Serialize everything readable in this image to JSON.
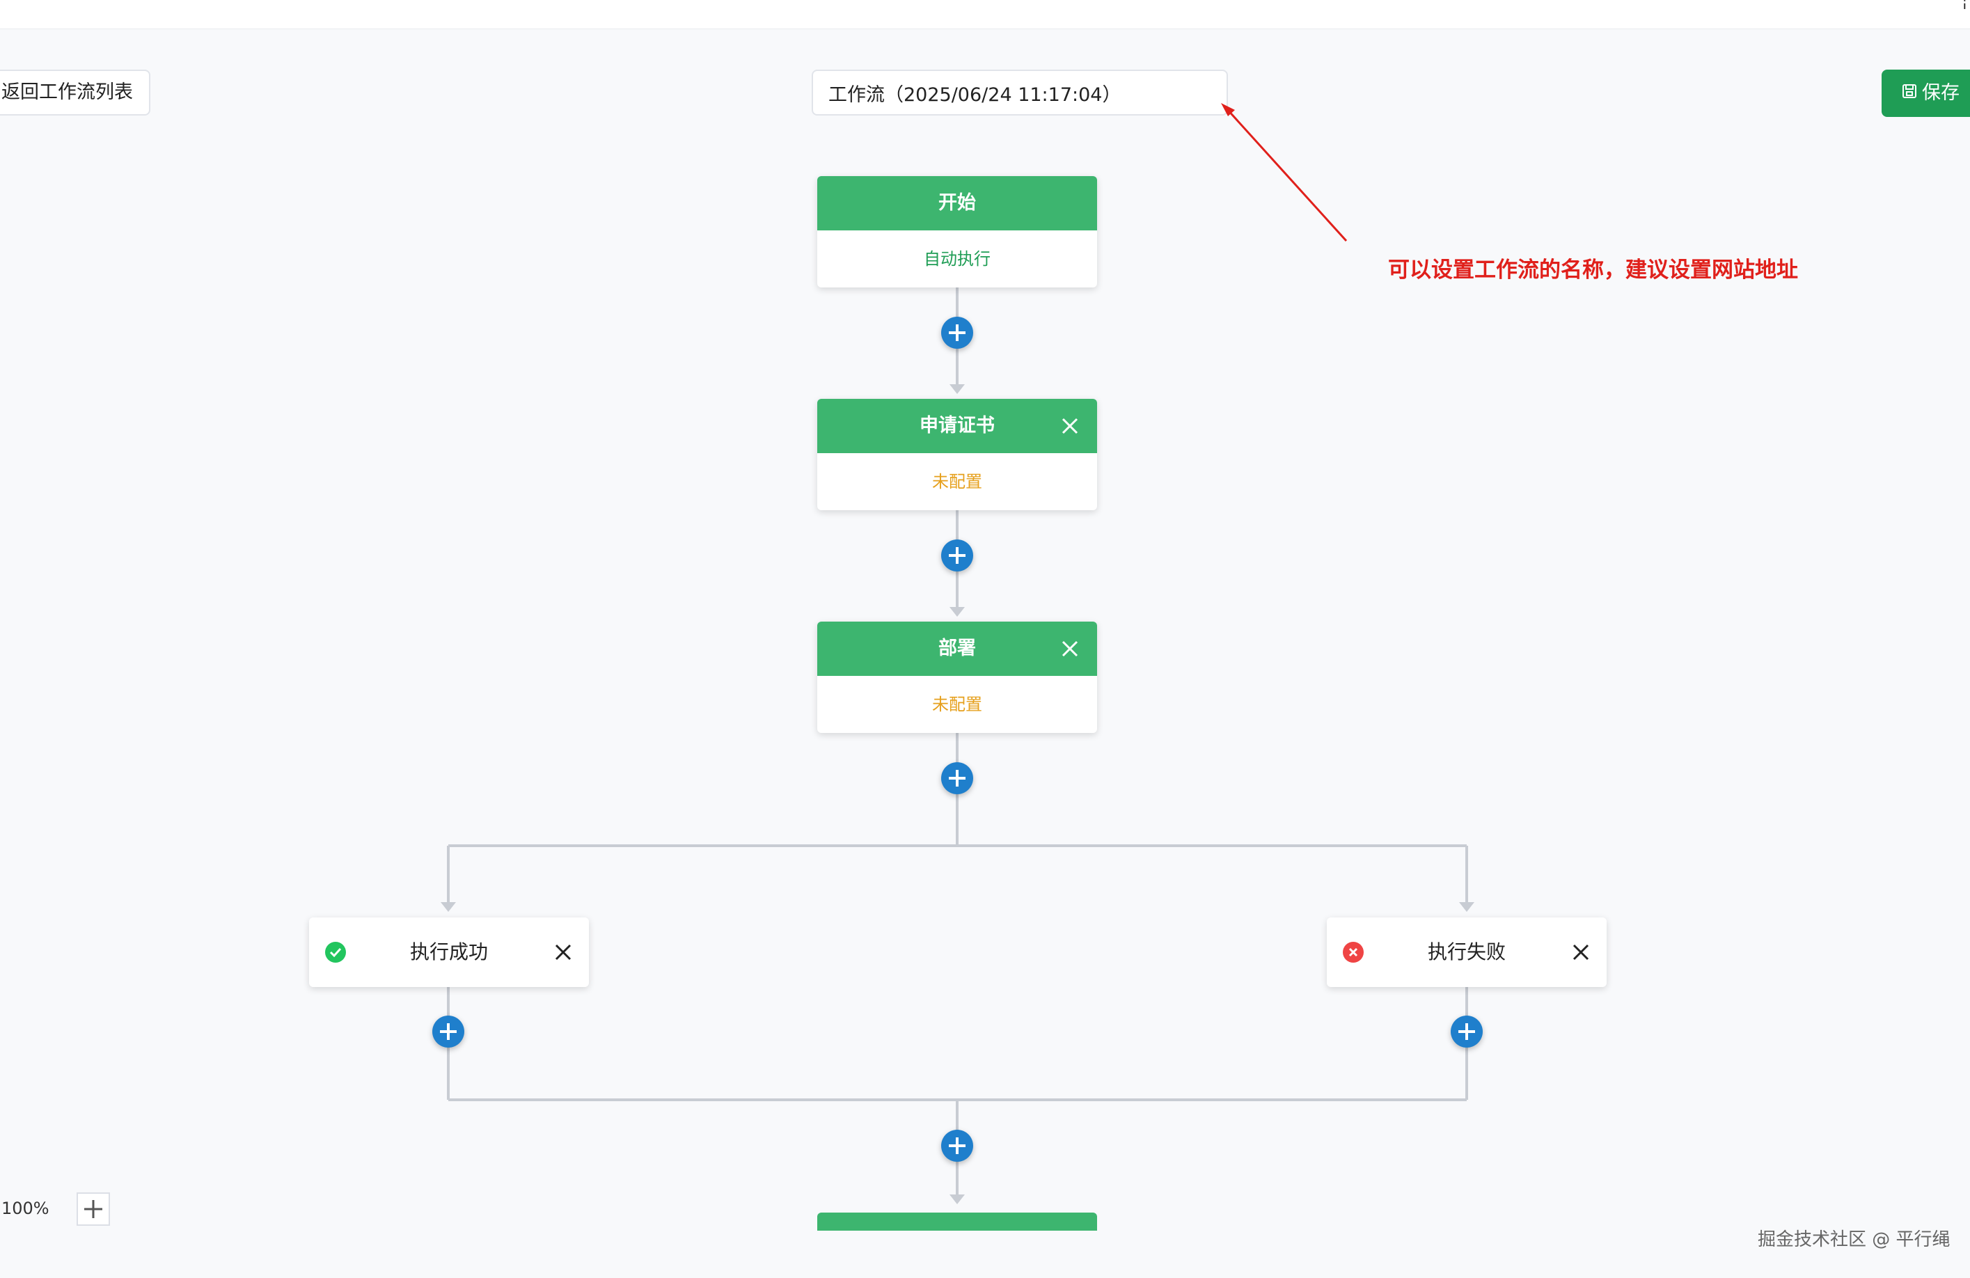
{
  "header": {
    "back_label": "返回工作流列表",
    "title_value": "工作流（2025/06/24 11:17:04）",
    "save_label": "保存",
    "corner_glyph": "¦"
  },
  "annotation": {
    "text": "可以设置工作流的名称，建议设置网站地址",
    "color": "#e0201b"
  },
  "nodes": [
    {
      "title": "开始",
      "status": "自动执行",
      "closable": false
    },
    {
      "title": "申请证书",
      "status": "未配置",
      "closable": true
    },
    {
      "title": "部署",
      "status": "未配置",
      "closable": true
    }
  ],
  "branches": [
    {
      "label": "执行成功",
      "state": "success"
    },
    {
      "label": "执行失败",
      "state": "failure"
    }
  ],
  "zoom": {
    "label": "100%"
  },
  "watermark": "掘金技术社区 @ 平行绳",
  "colors": {
    "node_header": "#3db56f",
    "save_button": "#1f9d55",
    "add_button": "#1f7fcc",
    "pending": "#e6a01d",
    "success": "#22c55e",
    "failure": "#ef4444"
  }
}
